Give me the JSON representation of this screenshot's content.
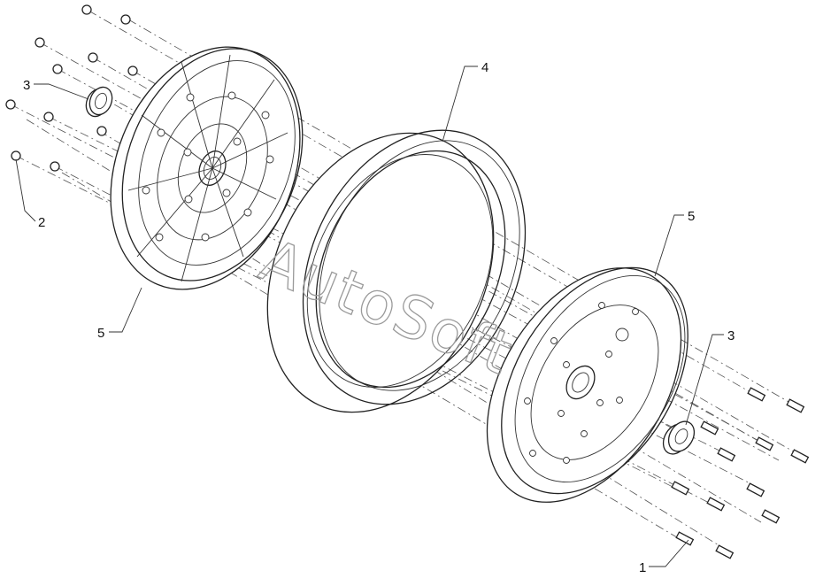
{
  "watermark": "AutoSoft",
  "callouts": [
    {
      "id": "c1",
      "label": "1"
    },
    {
      "id": "c2",
      "label": "2"
    },
    {
      "id": "c3a",
      "label": "3"
    },
    {
      "id": "c3b",
      "label": "3"
    },
    {
      "id": "c4",
      "label": "4"
    },
    {
      "id": "c5a",
      "label": "5"
    },
    {
      "id": "c5b",
      "label": "5"
    }
  ]
}
